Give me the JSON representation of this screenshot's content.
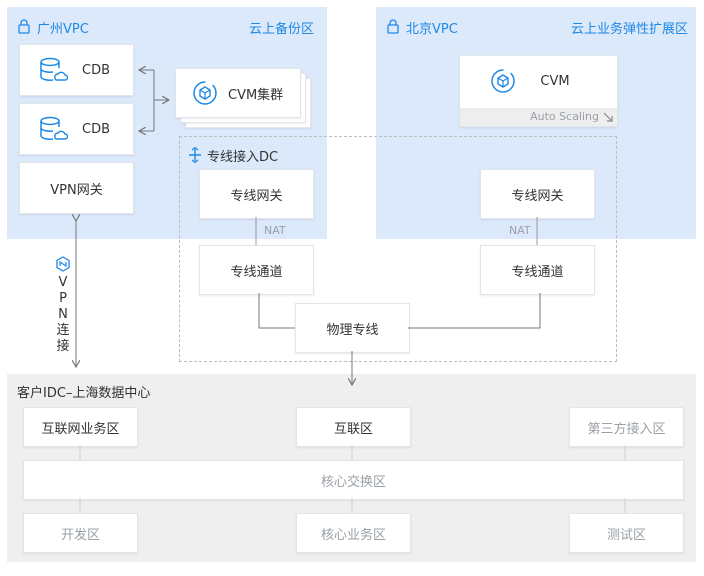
{
  "guangzhou": {
    "title": "广州VPC",
    "zone": "云上备份区",
    "cdb1": "CDB",
    "cdb2": "CDB",
    "vpn_gateway": "VPN网关",
    "cvm_cluster": "CVM集群"
  },
  "beijing": {
    "title": "北京VPC",
    "zone": "云上业务弹性扩展区",
    "cvm": "CVM",
    "auto_scaling": "Auto Scaling"
  },
  "dc": {
    "title": "专线接入DC",
    "left_gateway": "专线网关",
    "right_gateway": "专线网关",
    "nat_left": "NAT",
    "nat_right": "NAT",
    "left_channel": "专线通道",
    "right_channel": "专线通道",
    "physical_line": "物理专线"
  },
  "vpn_link": {
    "label": [
      "V",
      "P",
      "N",
      "连",
      "接"
    ]
  },
  "idc": {
    "title": "客户IDC–上海数据中心",
    "internet_business": "互联网业务区",
    "interconnect": "互联区",
    "third_party": "第三方接入区",
    "core_switch": "核心交换区",
    "dev": "开发区",
    "core_business": "核心业务区",
    "test": "测试区"
  },
  "colors": {
    "accent": "#1e88e5",
    "region_bg": "#dbe9fb",
    "idc_bg": "#efefef"
  }
}
